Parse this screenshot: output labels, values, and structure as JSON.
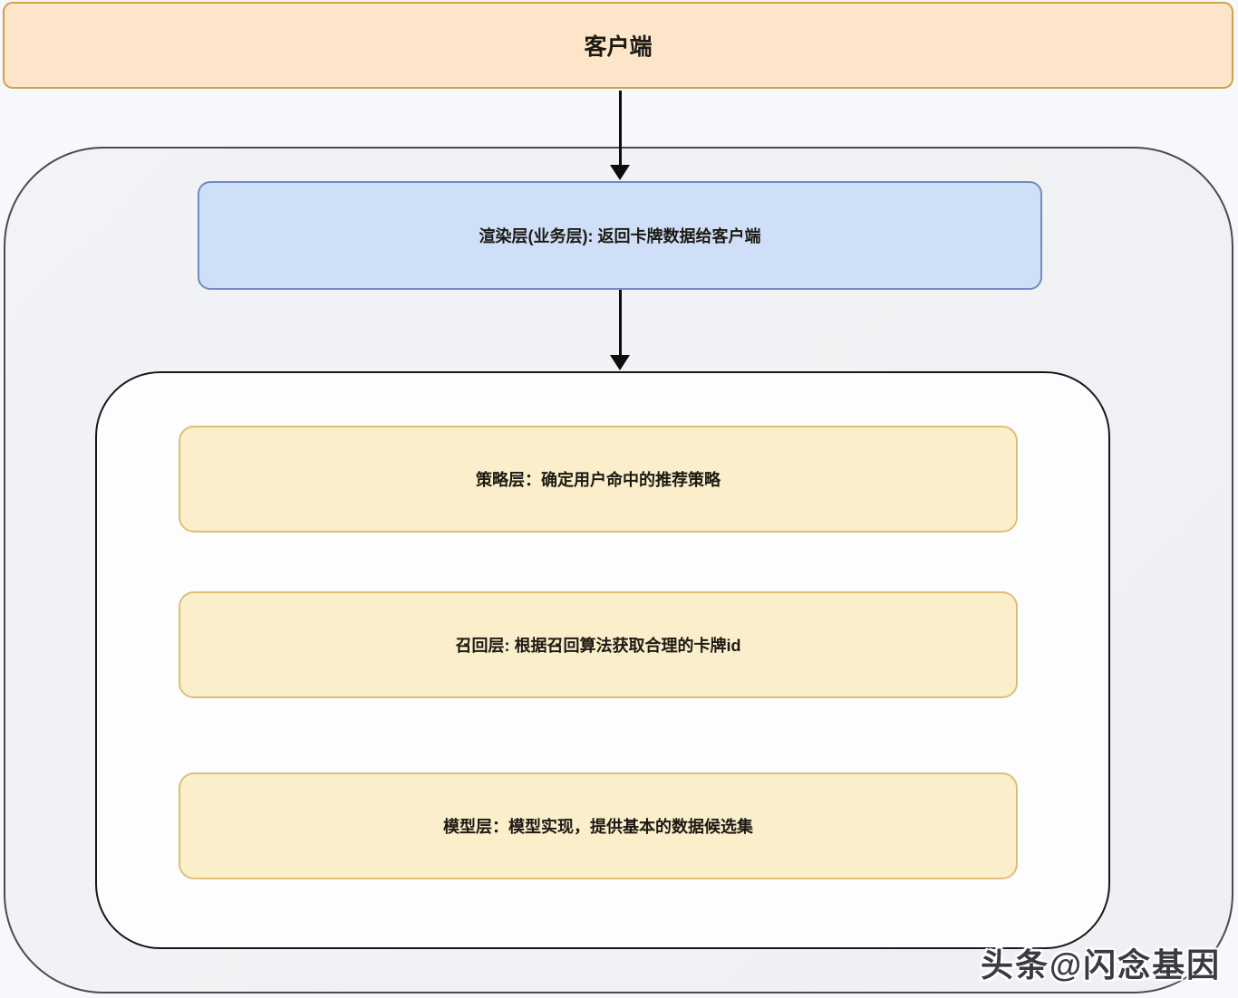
{
  "diagram": {
    "client": {
      "label": "客户端"
    },
    "render_layer": {
      "label": "渲染层(业务层): 返回卡牌数据给客户端"
    },
    "layers": [
      {
        "label": "策略层：确定用户命中的推荐策略"
      },
      {
        "label": "召回层: 根据召回算法获取合理的卡牌id"
      },
      {
        "label": "模型层：模型实现，提供基本的数据候选集"
      }
    ],
    "watermark": "头条@闪念基因",
    "colors": {
      "client_fill": "#fce5c8",
      "client_border": "#cfa14b",
      "render_fill": "#cfdff7",
      "render_border": "#6f8bbf",
      "layer_fill": "#fbeeca",
      "layer_border": "#dcc07a",
      "outer_container_fill": "#eff1f4",
      "outer_container_border": "#4a4a54",
      "inner_container_fill": "#fdfdfe",
      "inner_container_border": "#17171d",
      "arrow": "#0d0d0d",
      "page_background": "#f6f8fb"
    }
  }
}
